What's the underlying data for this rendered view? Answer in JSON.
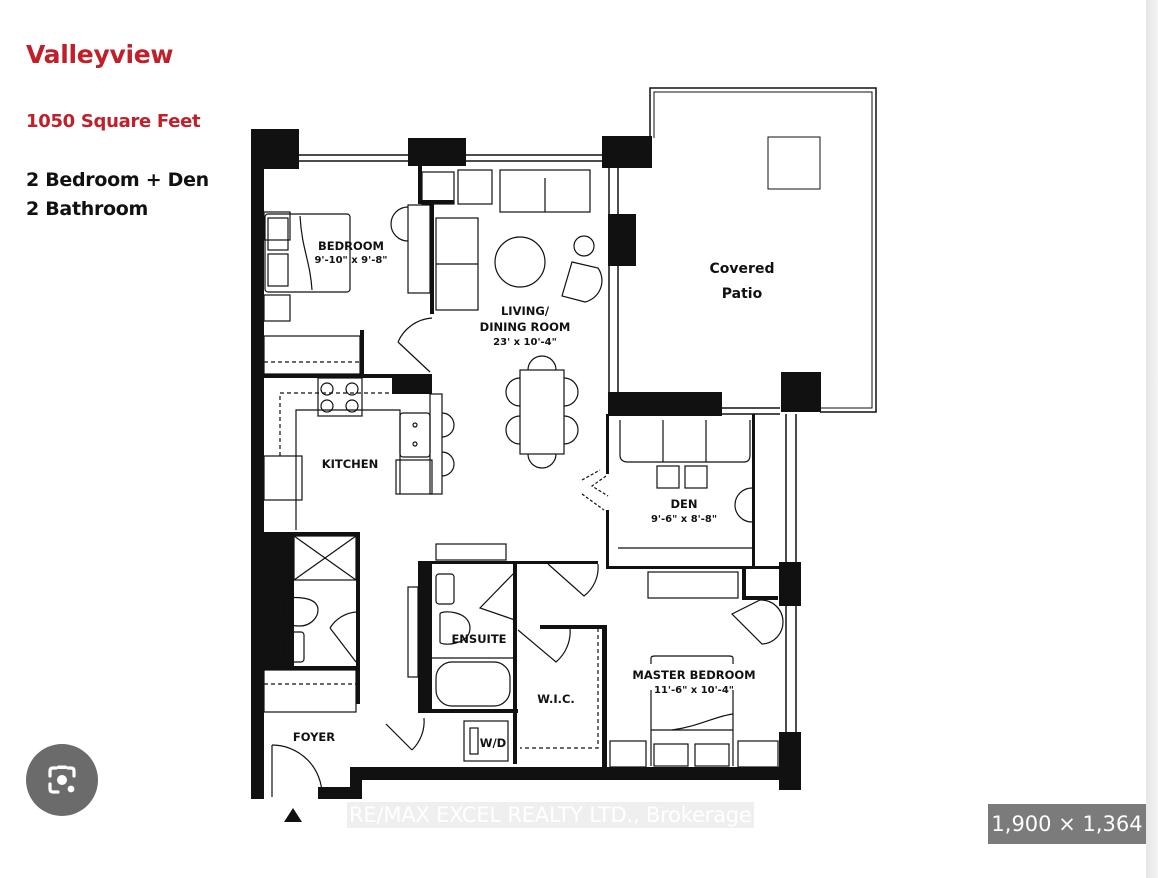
{
  "listing": {
    "title": "Valleyview",
    "square_feet": "1050 Square Feet",
    "bedrooms_line": "2 Bedroom + Den",
    "bathrooms_line": "2 Bathroom"
  },
  "floorplan": {
    "rooms": {
      "bedroom": {
        "name": "BEDROOM",
        "dims": "9'-10\" x 9'-8\""
      },
      "living": {
        "name_line1": "LIVING/",
        "name_line2": "DINING ROOM",
        "dims": "23' x 10'-4\""
      },
      "patio": {
        "name_line1": "Covered",
        "name_line2": "Patio"
      },
      "kitchen": {
        "name": "KITCHEN"
      },
      "den": {
        "name": "DEN",
        "dims": "9'-6\" x 8'-8\""
      },
      "ensuite": {
        "name": "ENSUITE"
      },
      "wic": {
        "name": "W.I.C."
      },
      "wd": {
        "name": "W/D"
      },
      "master": {
        "name": "MASTER BEDROOM",
        "dims": "11'-6\" x 10'-4\""
      },
      "foyer": {
        "name": "FOYER"
      }
    },
    "watermark": "RE/MAX EXCEL REALTY LTD., Brokerage"
  },
  "viewer": {
    "image_dimensions": "1,900 × 1,364",
    "lens_button_icon": "google-lens-icon"
  },
  "colors": {
    "title_red": "#c0202a",
    "wall_black": "#111111",
    "badge_gray": "#7b7b7b",
    "lens_gray": "#6b6b6b"
  }
}
